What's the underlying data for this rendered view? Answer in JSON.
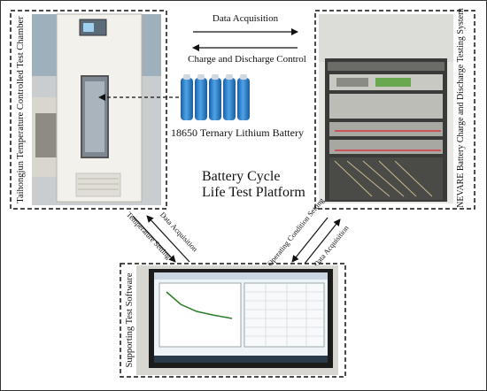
{
  "top_arrows": {
    "data_acquisition": "Data Acquisition",
    "charge_discharge": "Charge and Discharge Control"
  },
  "chamber_label": "Taihongjun Temperature Controlled Test Chamber",
  "tester_label": "NEVARE Battery Charge and Discharge Testing System",
  "battery_label": "18650 Ternary Lithium Battery",
  "platform_title": {
    "line1": "Battery Cycle",
    "line2": "Life Test Platform"
  },
  "software_label": "Supporting Test Software",
  "left_arrows": {
    "temperature": "Temperature Setting",
    "data": "Data Acquisition"
  },
  "right_arrows": {
    "operating": "Operating Condition Setting",
    "data": "Data Acquisition"
  },
  "colors": {
    "battery": "#2c7fc9",
    "chamber": "#f2f1ec",
    "rack": "#3a3a38",
    "screen": "#eef3f7"
  }
}
